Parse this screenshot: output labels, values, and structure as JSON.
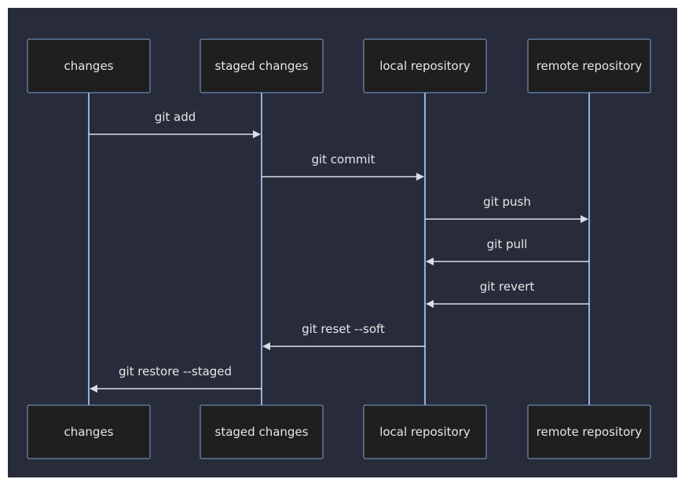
{
  "colors": {
    "page_background": "#ffffff",
    "diagram_background": "#282c3a",
    "actor_fill": "#1f1f1f",
    "actor_border": "#7aa2d6",
    "lifeline": "#8fb3dd",
    "message_line": "#d8dde6",
    "text": "#e6e6e6"
  },
  "participants": [
    {
      "id": "changes",
      "label": "changes"
    },
    {
      "id": "staged",
      "label": "staged changes"
    },
    {
      "id": "local",
      "label": "local repository"
    },
    {
      "id": "remote",
      "label": "remote repository"
    }
  ],
  "messages": [
    {
      "from": "changes",
      "to": "staged",
      "label": "git add"
    },
    {
      "from": "staged",
      "to": "local",
      "label": "git commit"
    },
    {
      "from": "local",
      "to": "remote",
      "label": "git push"
    },
    {
      "from": "remote",
      "to": "local",
      "label": "git pull"
    },
    {
      "from": "remote",
      "to": "local",
      "label": "git revert"
    },
    {
      "from": "local",
      "to": "staged",
      "label": "git reset --soft"
    },
    {
      "from": "staged",
      "to": "changes",
      "label": "git restore --staged"
    }
  ]
}
